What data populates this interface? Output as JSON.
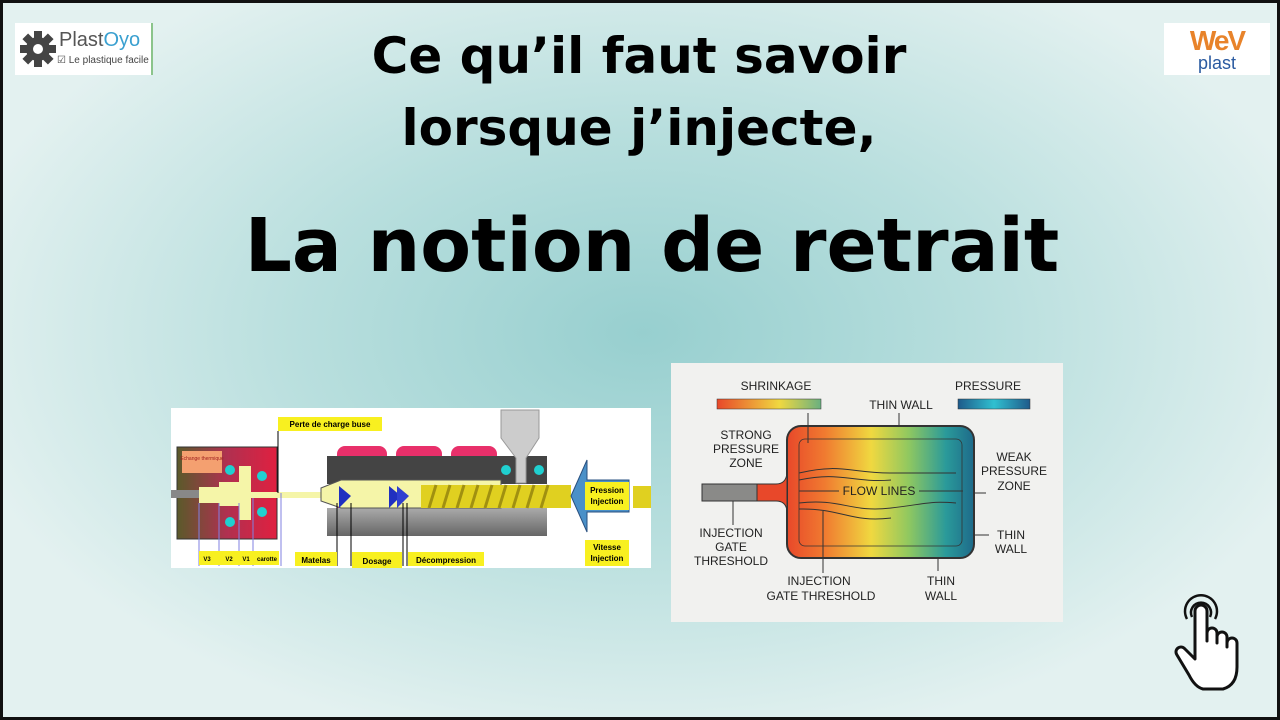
{
  "title": {
    "line1": "Ce qu’il faut savoir",
    "line2": "lorsque j’injecte,",
    "line3": "La notion de retrait"
  },
  "logos": {
    "left_name_a": "Plast",
    "left_name_b": "Oyo",
    "left_tagline": "Le plastique facile",
    "right_top": "WeV",
    "right_bottom": "plast"
  },
  "injection_diagram": {
    "heat_exchange": "Echange thermique",
    "nozzle_pressure_loss": "Perte de charge buse",
    "injection_pressure": [
      "Pression",
      "Injection"
    ],
    "injection_speed": [
      "Vitesse",
      "Injection"
    ],
    "labels": [
      "V3",
      "V2",
      "V1",
      "carotte"
    ],
    "cushion": "Matelas",
    "dosing": "Dosage",
    "decompression": "Décompression"
  },
  "shrinkage_diagram": {
    "shrinkage": "SHRINKAGE",
    "pressure": "PRESSURE",
    "thin_wall_top": "THIN WALL",
    "strong_pressure": [
      "STRONG",
      "PRESSURE",
      "ZONE"
    ],
    "weak_pressure": [
      "WEAK",
      "PRESSURE",
      "ZONE"
    ],
    "flow_lines": "FLOW LINES",
    "gate_left": [
      "INJECTION",
      "GATE",
      "THRESHOLD"
    ],
    "gate_bottom": [
      "INJECTION",
      "GATE THRESHOLD"
    ],
    "thin_wall_bottom": [
      "THIN",
      "WALL"
    ],
    "thin_wall_right": [
      "THIN",
      "WALL"
    ]
  }
}
